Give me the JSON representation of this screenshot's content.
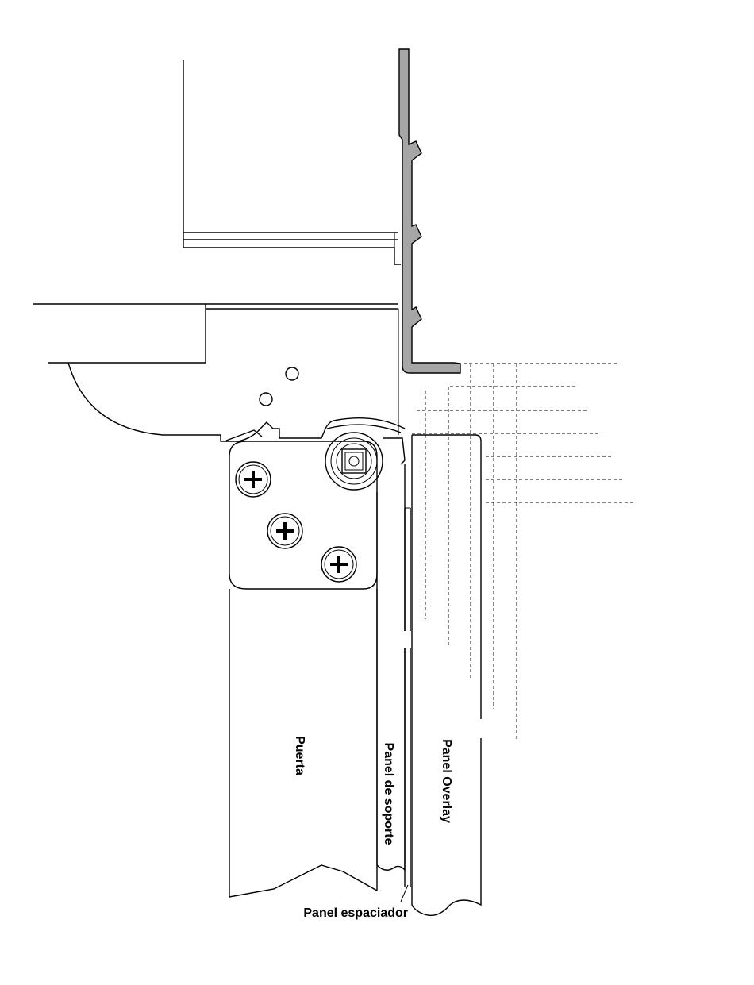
{
  "labels": {
    "door": "Puerta",
    "support_panel": "Panel de soporte",
    "overlay_panel": "Panel Overlay",
    "spacer_panel": "Panel espaciador"
  },
  "colors": {
    "line": "#000000",
    "background": "#ffffff",
    "bracket_fill": "#a6a6a6"
  },
  "icons": {
    "screw": "phillips-screw-icon",
    "pivot": "hinge-pivot-icon"
  }
}
